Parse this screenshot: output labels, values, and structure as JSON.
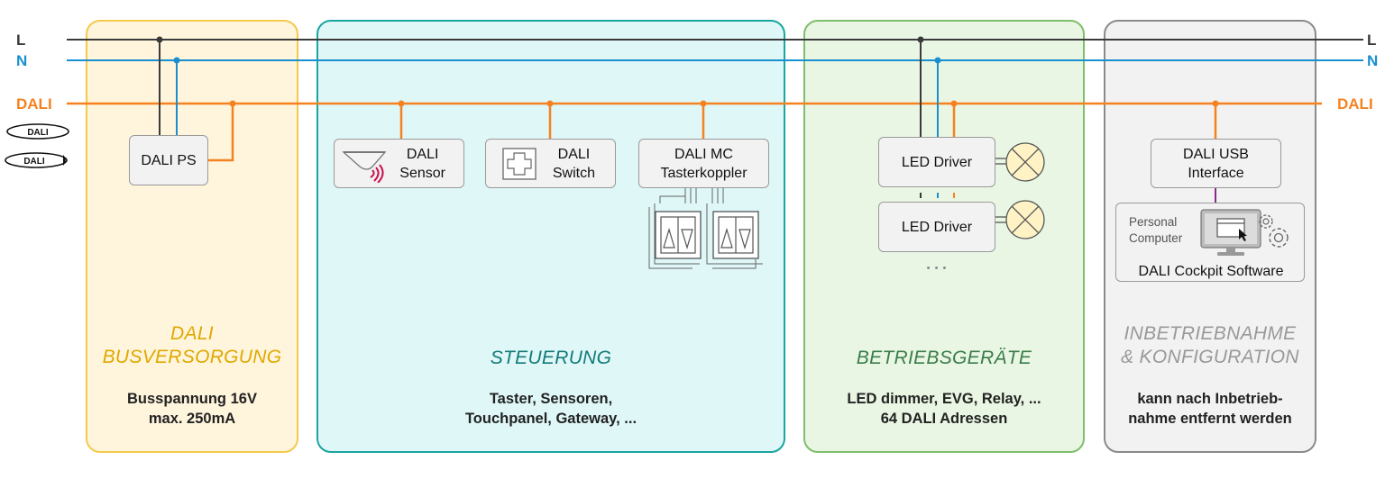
{
  "colors": {
    "line_l": "#3a3a3a",
    "line_n": "#1a8fd0",
    "line_dali": "#f58220",
    "supply_fill": "#fff5dc",
    "supply_border": "#f3c94e",
    "supply_title": "#e0a800",
    "control_fill": "#dff7f7",
    "control_border": "#1aa5a0",
    "control_title": "#137a7a",
    "devices_fill": "#eaf6e4",
    "devices_border": "#7dbf6a",
    "devices_title": "#3a7d4a",
    "config_fill": "#f2f2f2",
    "config_border": "#8a8a8a",
    "config_title": "#999999",
    "usb_link": "#8a2a8a"
  },
  "wires": {
    "l_left": "L",
    "n_left": "N",
    "dali_left": "DALI",
    "l_right": "L",
    "n_right": "N",
    "dali_right": "DALI"
  },
  "logos": {
    "dali1": "DALI",
    "dali2": "DALI"
  },
  "sections": {
    "supply": {
      "title": "DALI\nBUSVERSORGUNG",
      "desc": "Busspannung 16V\nmax. 250mA",
      "device": "DALI PS"
    },
    "control": {
      "title": "STEUERUNG",
      "desc": "Taster, Sensoren,\nTouchpanel, Gateway, ...",
      "sensor": "DALI\nSensor",
      "switch": "DALI\nSwitch",
      "mc": "DALI MC\nTasterkoppler"
    },
    "devices": {
      "title": "BETRIEBSGERÄTE",
      "desc": "LED dimmer,  EVG, Relay, ...\n64 DALI Adressen",
      "driver1": "LED Driver",
      "driver2": "LED Driver",
      "more": "• • •"
    },
    "config": {
      "title": "INBETRIEBNAHME\n& KONFIGURATION",
      "desc": "kann nach Inbetrieb-\nnahme entfernt werden",
      "usb": "DALI USB\nInterface",
      "pc_label": "Personal\nComputer",
      "software": "DALI Cockpit Software"
    }
  }
}
